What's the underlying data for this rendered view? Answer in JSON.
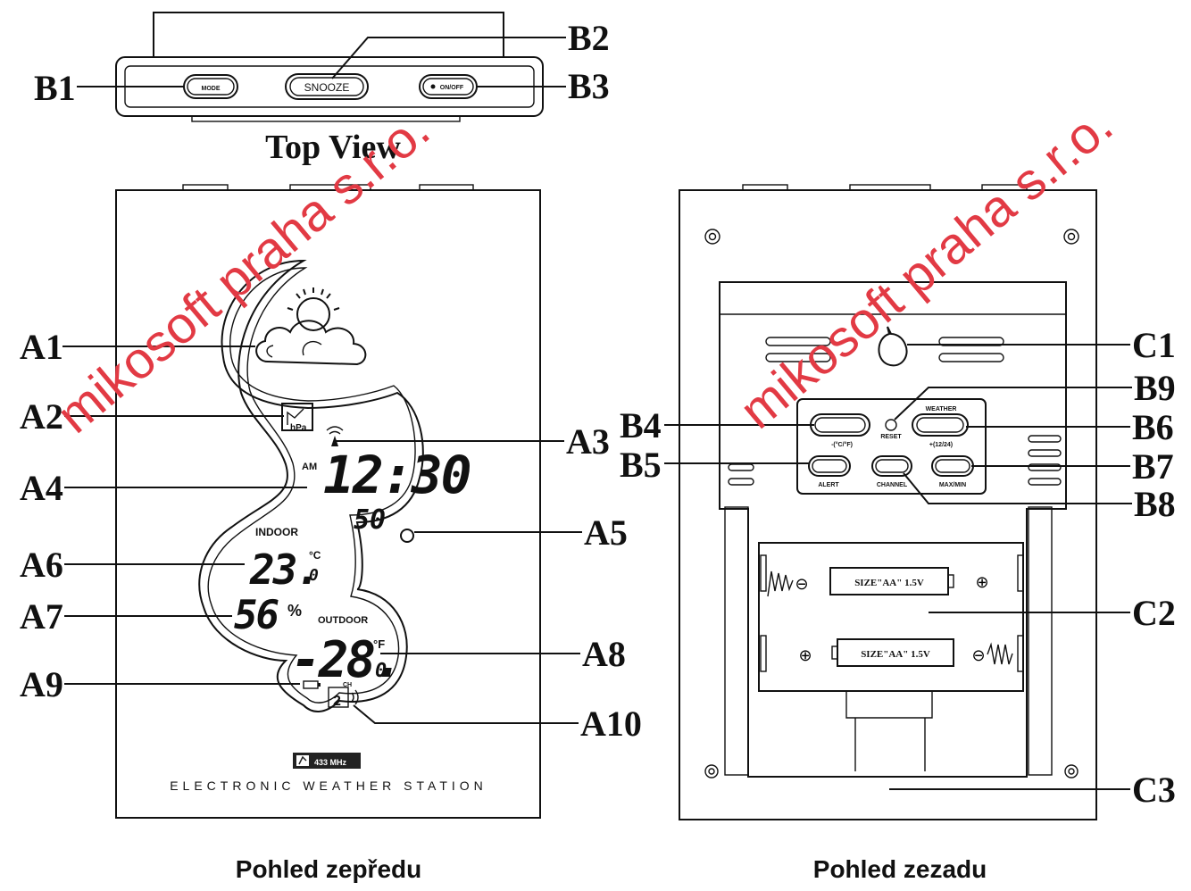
{
  "top_view": {
    "title": "Top View",
    "buttons": {
      "mode": "MODE",
      "snooze": "SNOOZE",
      "onoff": "ON/OFF"
    }
  },
  "front": {
    "caption": "Pohled zepředu",
    "display": {
      "pressure_unit": "hPa",
      "am": "AM",
      "time": "12:30",
      "seconds": "50",
      "indoor_label": "INDOOR",
      "indoor_temp": "23.",
      "indoor_temp_dec": "0",
      "indoor_temp_unit": "°C",
      "indoor_humidity": "56",
      "humidity_unit": "%",
      "outdoor_label": "OUTDOOR",
      "outdoor_temp": "-28.",
      "outdoor_temp_dec": "0",
      "outdoor_temp_unit": "°F",
      "channel_label": "CH",
      "channel": "2"
    },
    "freq": "433 MHz",
    "brand": "ELECTRONIC WEATHER STATION"
  },
  "back": {
    "caption": "Pohled zezadu",
    "buttons": {
      "b4": "-(°C/°F)",
      "reset": "RESET",
      "weather": "WEATHER",
      "b6": "+(12/24)",
      "alert": "ALERT",
      "channel": "CHANNEL",
      "maxmin": "MAX/MIN"
    },
    "battery": "SIZE\"AA\" 1.5V",
    "battery2": "SIZE\"AA\" 1.5V",
    "plus": "⊕",
    "minus": "⊖"
  },
  "labels": {
    "A1": "A1",
    "A2": "A2",
    "A3": "A3",
    "A4": "A4",
    "A5": "A5",
    "A6": "A6",
    "A7": "A7",
    "A8": "A8",
    "A9": "A9",
    "A10": "A10",
    "B1": "B1",
    "B2": "B2",
    "B3": "B3",
    "B4": "B4",
    "B5": "B5",
    "B6": "B6",
    "B7": "B7",
    "B8": "B8",
    "B9": "B9",
    "C1": "C1",
    "C2": "C2",
    "C3": "C3"
  },
  "watermark": "mikosoft praha s.r.o."
}
